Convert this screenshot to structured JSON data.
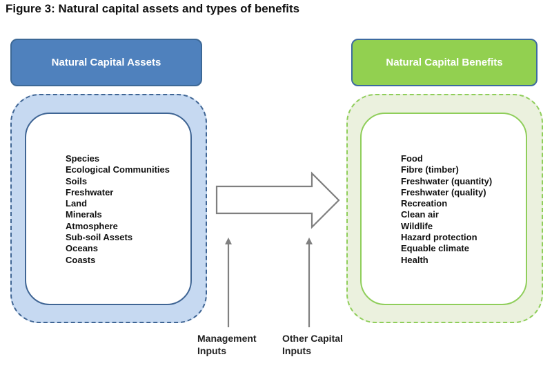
{
  "title": "Figure 3: Natural capital assets and types of benefits",
  "assets": {
    "header": "Natural Capital Assets",
    "items": [
      "Species",
      "Ecological Communities",
      "Soils",
      "Freshwater",
      "Land",
      "Minerals",
      "Atmosphere",
      "Sub-soil Assets",
      "Oceans",
      "Coasts"
    ]
  },
  "benefits": {
    "header": "Natural Capital Benefits",
    "items": [
      "Food",
      "Fibre (timber)",
      "Freshwater (quantity)",
      "Freshwater (quality)",
      "Recreation",
      "Clean air",
      "Wildlife",
      "Hazard protection",
      "Equable climate",
      "Health"
    ]
  },
  "inputs": {
    "management": [
      "Management",
      "Inputs"
    ],
    "other_capital": [
      "Other Capital",
      "Inputs"
    ]
  },
  "colors": {
    "assets_header": "#4f81bd",
    "assets_fill": "#c6d9f1",
    "assets_border": "#3f6594",
    "benefits_header": "#92d050",
    "benefits_fill": "#ebf1de",
    "benefits_border": "#8fce5a",
    "arrow": "#7f7f7f"
  }
}
